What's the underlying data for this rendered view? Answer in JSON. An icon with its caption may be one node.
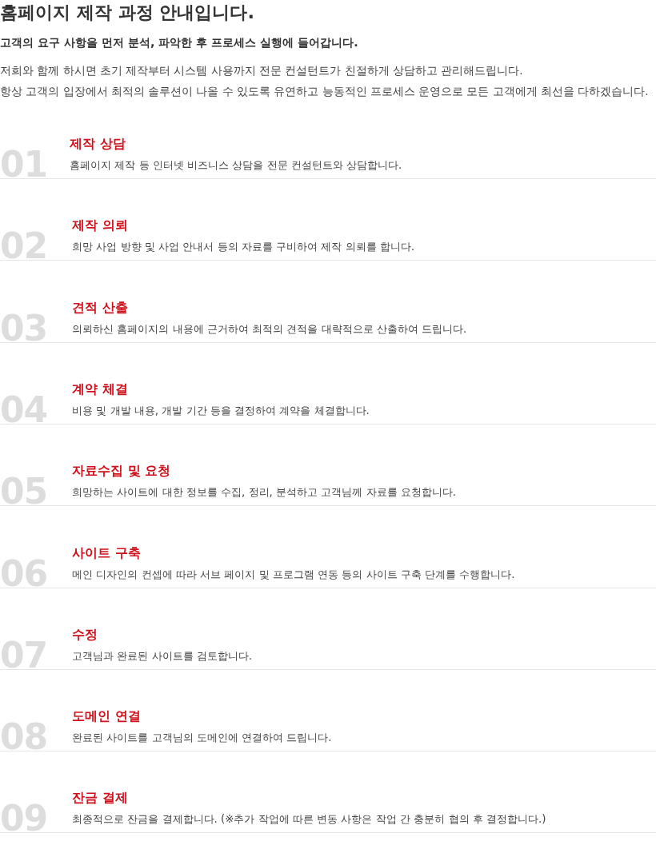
{
  "diagram": {
    "title": "홈페이지 제작 과정 안내입니다.",
    "nodes": [
      {
        "text": [
          "01",
          "제작 상담",
          "홈페이지 제작 등 인터넷 비즈니스 상담을 전문 컨설턴트와 상담합니다."
        ]
      },
      {
        "text": [
          "02",
          "제작 의뢰",
          "희망 사업 방향 및 사업 안내서 등의 자료를 구비하여 제작 의뢰를 합니다."
        ]
      },
      {
        "text": [
          "03",
          "견적 산출",
          "의뢰하신 홈페이지의 내용에 근거하여 최적의 견적을 대략적으로 산출하여 드립니다."
        ]
      },
      {
        "text": [
          "04",
          "계약 체결",
          "비용 및 개발 내용, 개발 기간 등을 결정하여 계약을 체결합니다."
        ]
      },
      {
        "text": [
          "05",
          "자료수집 및 요청",
          "희망하는 사이트에 대한 정보를 수집, 정리, 분석하고 고객님께 자료를 요청합니다."
        ]
      },
      {
        "text": [
          "06",
          "사이트 구축",
          "메인 디자인의 컨셉에 따라 서브 페이지 및 프로그램 연동 등의 사이트 구축 단계를 수행합니다."
        ]
      },
      {
        "text": [
          "07",
          "수정",
          "고객님과 완료된 사이트를 검토합니다."
        ]
      },
      {
        "text": [
          "08",
          "도메인 연결",
          "완료된 사이트를 고객님의 도메인에 연결하여 드립니다."
        ]
      },
      {
        "text": [
          "09",
          "잔금 결제",
          "최종적으로 잔금을 결제합니다. (※추가 작업에 따른 변동 사항은 작업 간 충분히 협의 후 결정합니다.)"
        ]
      }
    ],
    "labels": [
      "고객의 요구 사항을 먼저 분석, 파악한 후 프로세스 실행에 들어갑니다.",
      "저희와 함께 하시면 초기 제작부터 시스템 사용까지 전문 컨설턴트가 친절하게 상담하고 관리해드립니다.",
      "항상 고객의 입장에서 최적의 솔루션이 나올 수 있도록 유연하고 능동적인 프로세스 운영으로 모든 고객에게 최선을 다하겠습니다."
    ]
  }
}
